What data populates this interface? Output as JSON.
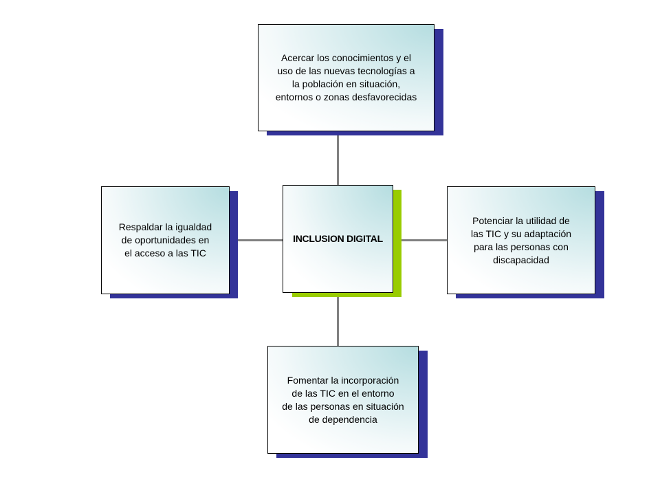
{
  "colors": {
    "shadow_outer": "#333399",
    "shadow_center": "#99cc00",
    "connector": "#808080"
  },
  "center": {
    "label": "INCLUSION DIGITAL"
  },
  "nodes": {
    "top": "Acercar los conocimientos y el\nuso de las nuevas tecnologías a\nla población en situación,\nentornos o zonas desfavorecidas",
    "left": "Respaldar la igualdad\nde oportunidades en\nel acceso a las TIC",
    "right": "Potenciar la utilidad de\nlas TIC y su adaptación\npara las personas con\ndiscapacidad",
    "bottom": "Fomentar la incorporación\nde las TIC en el entorno\nde las personas en situación\nde dependencia"
  }
}
